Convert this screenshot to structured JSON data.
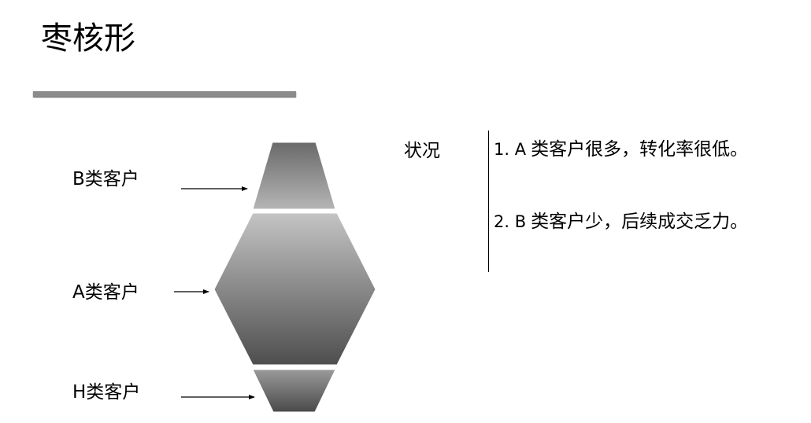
{
  "title": "枣核形",
  "segments": [
    {
      "key": "b",
      "label": "B类客户",
      "fill_top": "#6a6a6a",
      "fill_bottom": "#b5b5b5"
    },
    {
      "key": "a",
      "label": "A类客户",
      "fill_top": "#c4c4c4",
      "fill_bottom": "#4e4e4e"
    },
    {
      "key": "h",
      "label": "H类客户",
      "fill_top": "#9a9a9a",
      "fill_bottom": "#4a4a4a"
    }
  ],
  "status": {
    "label": "状况",
    "items": [
      {
        "num": "1. A",
        "text": "类客户很多，转化率很低。"
      },
      {
        "num": "2. B",
        "text": "类客户少，后续成交乏力。"
      }
    ]
  },
  "colors": {
    "title_bar": "#8c8c8c",
    "outline": "#ffffff"
  }
}
